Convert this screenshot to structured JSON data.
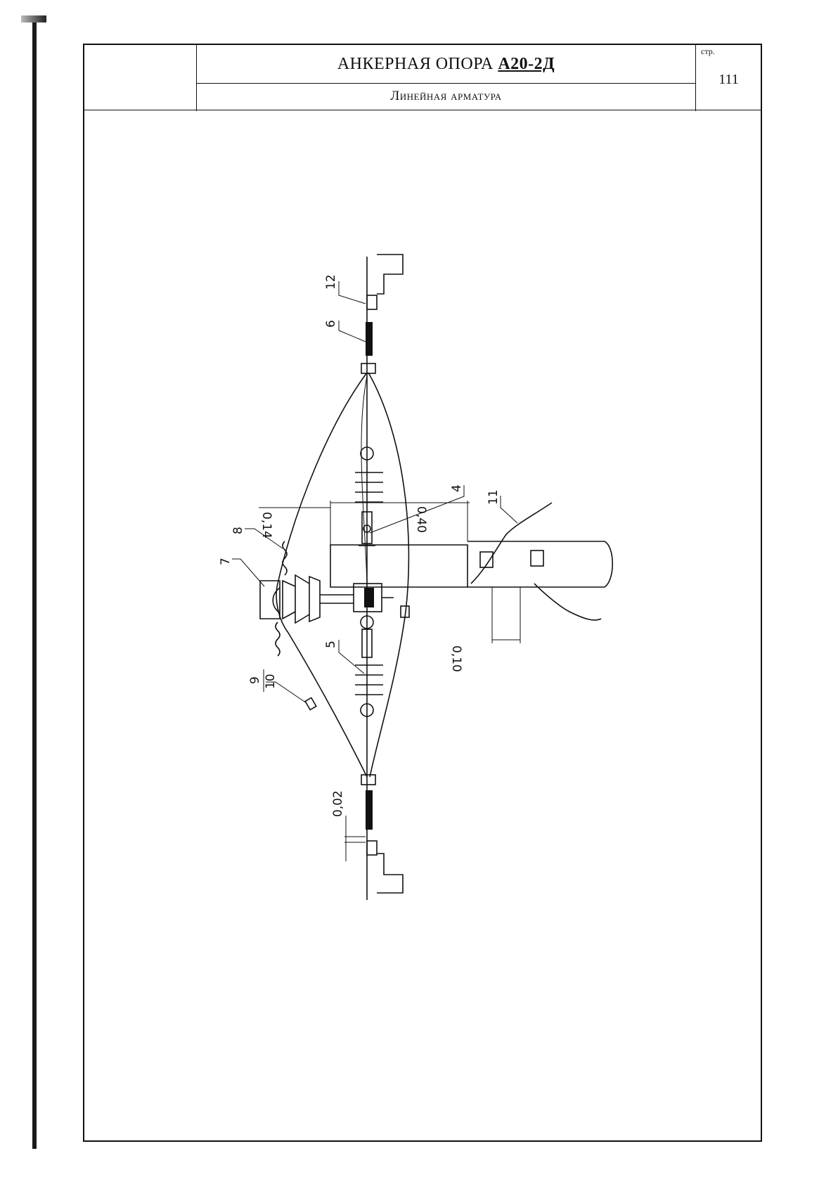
{
  "header": {
    "title_prefix": "АНКЕРНАЯ ОПОРА",
    "title_code": "А20-2Д",
    "subtitle": "Линейная арматура",
    "page_label": "стр.",
    "page_number": "111"
  },
  "callouts": {
    "c4": "4",
    "c5": "5",
    "c6": "6",
    "c7": "7",
    "c8": "8",
    "c9": "9",
    "c10": "10",
    "c11": "11",
    "c12": "12"
  },
  "dimensions": {
    "d014": "0,14",
    "d040": "0,40",
    "d010": "0,10",
    "d002": "0,02"
  }
}
